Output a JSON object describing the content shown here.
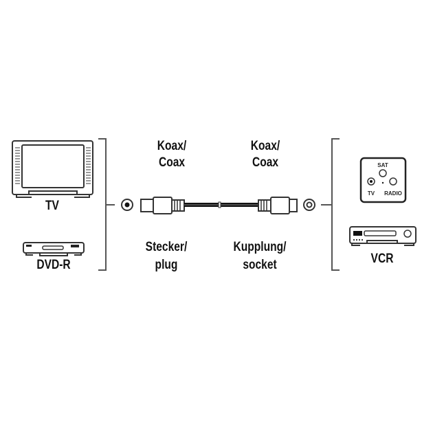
{
  "left_devices": {
    "tv": "TV",
    "dvd": "DVD-R"
  },
  "right_devices": {
    "wall_socket": {
      "sat": "SAT",
      "tv": "TV",
      "radio": "RADIO"
    },
    "vcr": "VCR"
  },
  "cable": {
    "left_type": [
      "Koax/",
      "Coax"
    ],
    "right_type": [
      "Koax/",
      "Coax"
    ],
    "left_connector": [
      "Stecker/",
      "plug"
    ],
    "right_connector": [
      "Kupplung/",
      "socket"
    ]
  }
}
